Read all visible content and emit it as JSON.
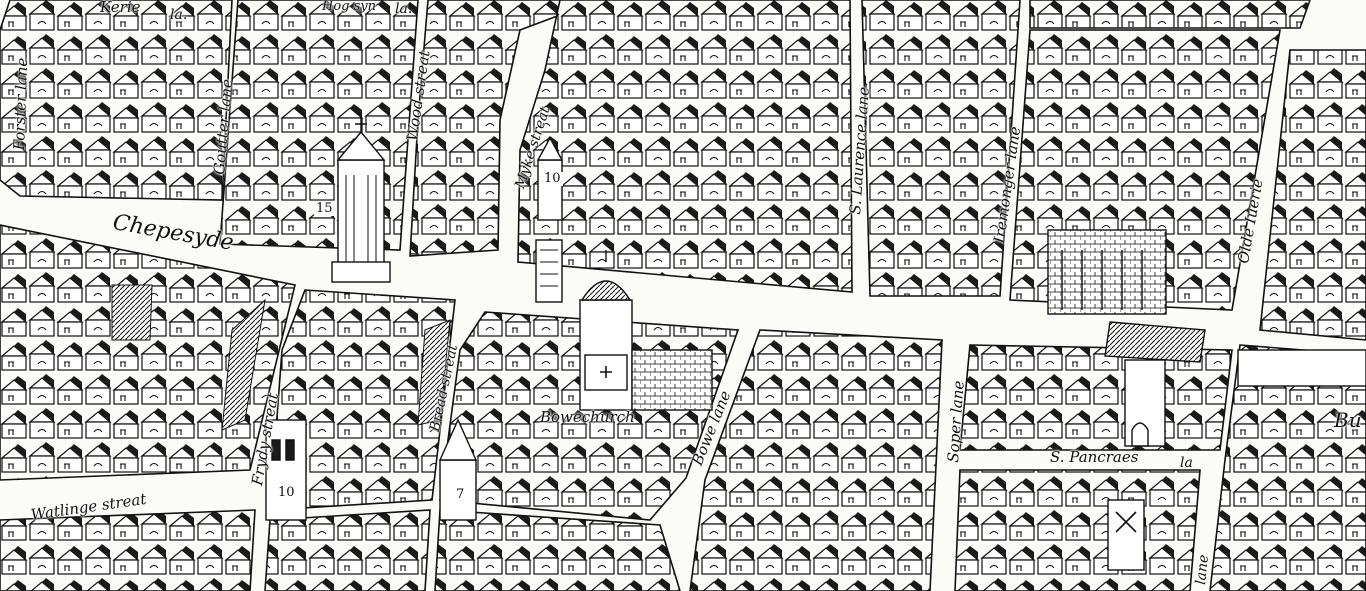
{
  "map": {
    "colors": {
      "ink": "#111111",
      "paper": "#fbfbf8",
      "roof_shade": "#1a1a1a"
    },
    "labels": {
      "kerie": "Kerie",
      "kerie_la": "la.",
      "hogsyn": "Hog syn",
      "hogsyn_la": "la.",
      "forster_lane": "Forster lane",
      "goutter_lane": "Goutter lane",
      "wood_streat": "Wood streat",
      "myke_streat": "Myke streat",
      "laurence_lane": "S. Laurence lane",
      "iremonger_lane": "Iremonger lane",
      "olde_iuerie": "Olde Iuerie",
      "chepesyde": "Chepesyde",
      "frydy_streat": "Frydy streat",
      "bread_streat": "Bread streat",
      "bowe_church": "Bowechurch",
      "bowe_lane": "Bowe lane",
      "soper_lane": "Soper lane",
      "pancraes": "S. Pancraes",
      "pancraes_la": "la",
      "watlinge_streat": "Watlinge streat",
      "bu": "Bu",
      "lane_bottom": "lane"
    },
    "numbers": {
      "n15": "15",
      "n10a": "10",
      "n10b": "10",
      "n7": "7"
    }
  }
}
